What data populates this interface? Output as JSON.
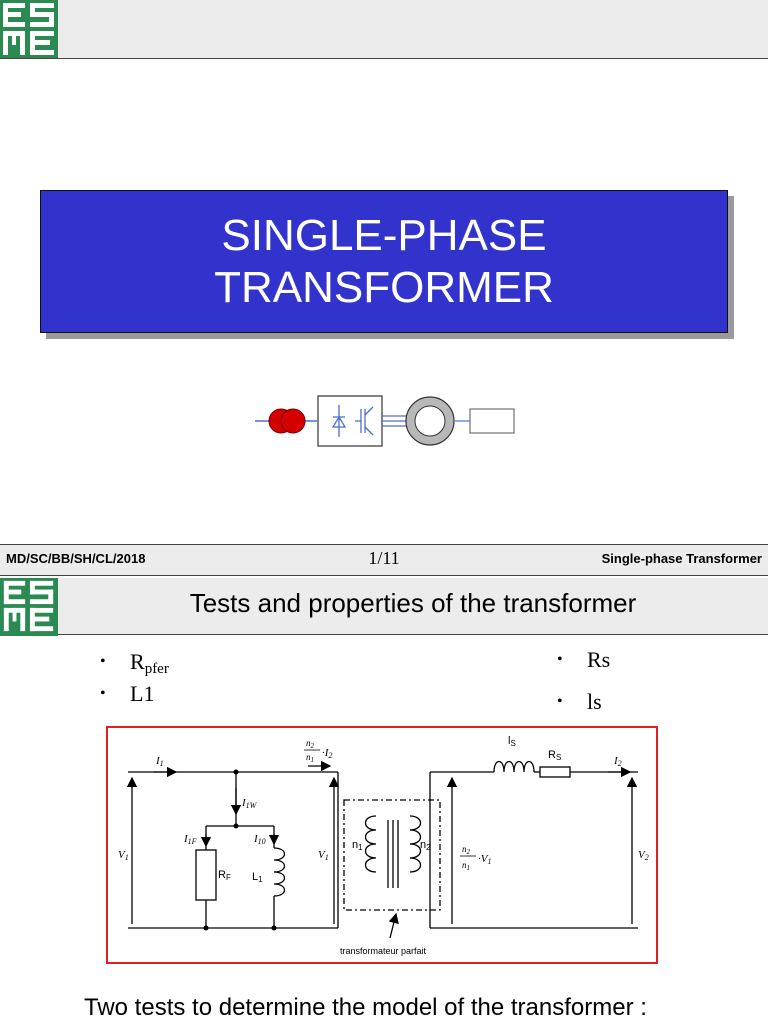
{
  "slide1": {
    "logo_text": "ESME",
    "title": "SINGLE-PHASE\nTRANSFORMER",
    "footer": {
      "left": "MD/SC/BB/SH/CL/2018",
      "center": "1/11",
      "right": "Single-phase Transformer"
    }
  },
  "slide2": {
    "logo_text": "ESME",
    "heading": "Tests and properties of the transformer",
    "bullets_left": [
      {
        "main": "R",
        "sub": "pfer"
      },
      {
        "main": "L1",
        "sub": ""
      }
    ],
    "bullets_right": [
      {
        "main": "Rs",
        "sub": ""
      },
      {
        "main": "ls",
        "sub": ""
      }
    ],
    "circuit": {
      "labels": {
        "I1": "I",
        "I1_sub": "1",
        "n2n1I2": "· I",
        "IW": "I",
        "IW_sub": "1W",
        "I1F": "I",
        "I1F_sub": "1F",
        "I10": "I",
        "I10_sub": "10",
        "RF": "R",
        "RF_sub": "F",
        "L1": "L",
        "L1_sub": "1",
        "V1": "V",
        "V1_sub": "1",
        "n1": "n",
        "n1_sub": "1",
        "n2": "n",
        "n2_sub": "2",
        "ls": "l",
        "ls_sub": "S",
        "Rs": "R",
        "Rs_sub": "S",
        "I2": "I",
        "I2_sub": "2",
        "V2": "V",
        "V2_sub": "2",
        "ideal": "transformateur parfait"
      }
    },
    "bottom_text": "Two tests to determine the model of the transformer :"
  },
  "colors": {
    "title_bg": "#3232cc",
    "logo_green": "#2b8a52",
    "bar_gray": "#ececec",
    "circuit_border": "#e02020"
  },
  "icons": [
    "esme-logo",
    "converter-chain-icon"
  ]
}
